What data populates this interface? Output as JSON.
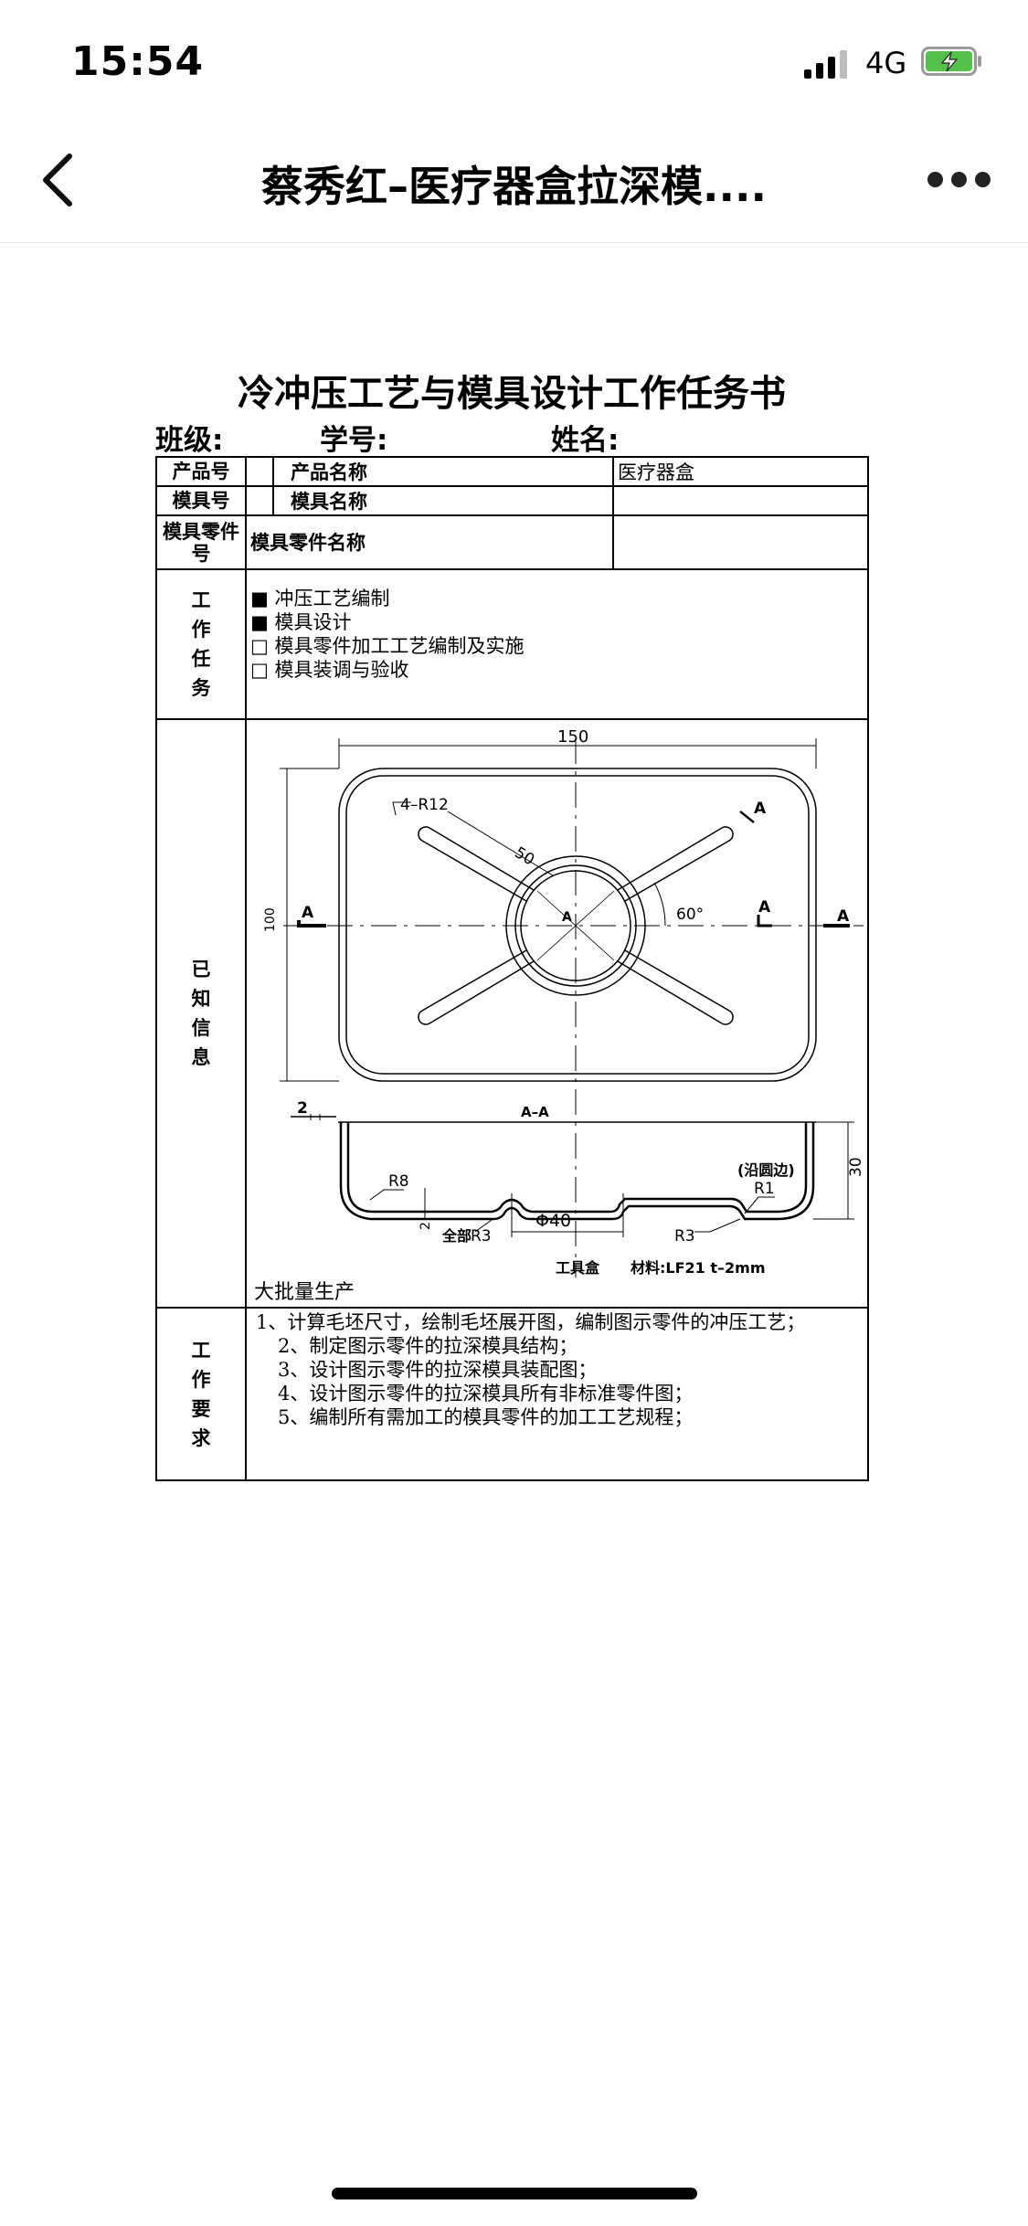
{
  "status_bar": {
    "time": "15:54",
    "network": "4G"
  },
  "nav": {
    "title": "蔡秀红–医疗器盒拉深模...."
  },
  "document": {
    "title": "冷冲压工艺与模具设计工作任务书",
    "meta": {
      "class_label": "班级:",
      "student_id_label": "学号:",
      "name_label": "姓名:"
    },
    "table": {
      "product_no_label": "产品号",
      "product_name_label": "产品名称",
      "product_name_value": "医疗器盒",
      "mold_no_label": "模具号",
      "mold_name_label": "模具名称",
      "mold_part_no_label": "模具零件号",
      "mold_part_name_label": "模具零件名称",
      "work_task_label": "工作任务",
      "tasks": [
        {
          "mark": "■",
          "text": "冲压工艺编制"
        },
        {
          "mark": "■",
          "text": "模具设计"
        },
        {
          "mark": "□",
          "text": "模具零件加工工艺编制及实施"
        },
        {
          "mark": "□",
          "text": "模具装调与验收"
        }
      ],
      "known_info_label": "已知信息",
      "drawing": {
        "dim_width": "150",
        "dim_height": "100",
        "corner_radius": "4–R12",
        "arm_length": "50",
        "angle": "60°",
        "section_mark": "A",
        "section_title": "A–A",
        "thickness": "2",
        "depth": "30",
        "r8": "R8",
        "r3": "R3",
        "r1": "R1",
        "all_r3": "全部",
        "diameter": "Φ40",
        "flange_note": "(沿圆边)",
        "small_dim": "2",
        "part_name": "工具盒",
        "material": "材料:LF21  t–2mm"
      },
      "batch_note": "大批量生产",
      "requirements_label": "工作要求",
      "requirements": [
        "1、计算毛坯尺寸，绘制毛坯展开图，编制图示零件的冲压工艺；",
        "2、制定图示零件的拉深模具结构；",
        "3、设计图示零件的拉深模具装配图；",
        "4、设计图示零件的拉深模具所有非标准零件图；",
        "5、编制所有需加工的模具零件的加工工艺规程；"
      ]
    }
  }
}
